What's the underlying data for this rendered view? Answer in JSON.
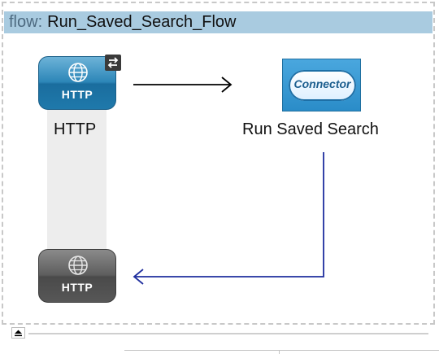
{
  "flow": {
    "keyword": "flow:",
    "name": "Run_Saved_Search_Flow"
  },
  "nodes": {
    "http_inbound": {
      "icon_text": "HTTP",
      "label": "HTTP",
      "icon": "globe-icon"
    },
    "connector": {
      "icon_text": "Connector",
      "label": "Run Saved Search",
      "icon": "cloud-icon"
    },
    "http_response": {
      "icon_text": "HTTP",
      "icon": "globe-icon"
    }
  },
  "colors": {
    "header_bg": "#a9cbe0",
    "http_blue": "#2c86b8",
    "http_grey": "#5e5e5e",
    "connector_blue": "#2a8cc8",
    "response_arrow": "#1f2e9e"
  }
}
